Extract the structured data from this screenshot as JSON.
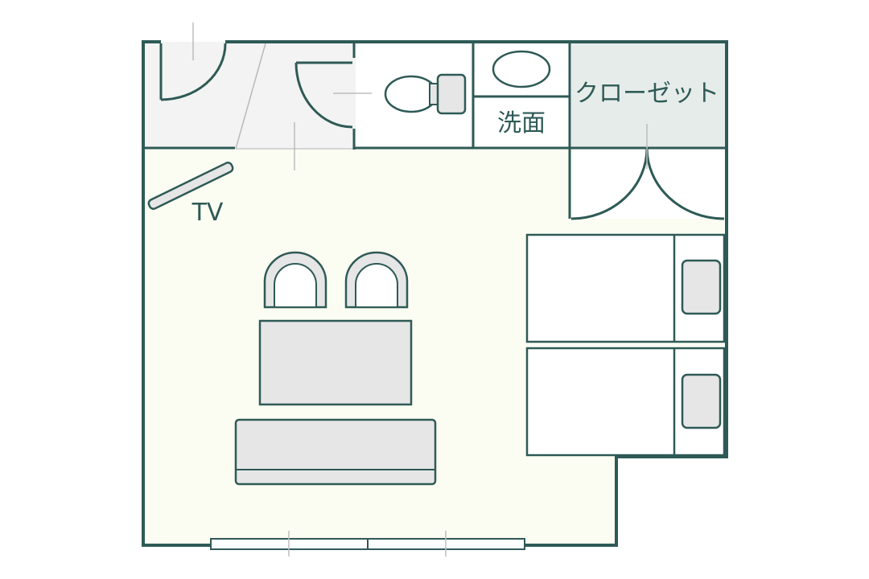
{
  "labels": {
    "tv": "TV",
    "washroom": "洗面",
    "closet": "クローゼット"
  },
  "colors": {
    "wall": "#2e5a56",
    "room_floor": "#fcfdf2",
    "entry_floor": "#f2f3f2",
    "closet_floor": "#e6ecea",
    "furniture_fill": "#e6e6e6",
    "furniture_stroke": "#2e5a56",
    "bed_fill": "#ffffff"
  }
}
